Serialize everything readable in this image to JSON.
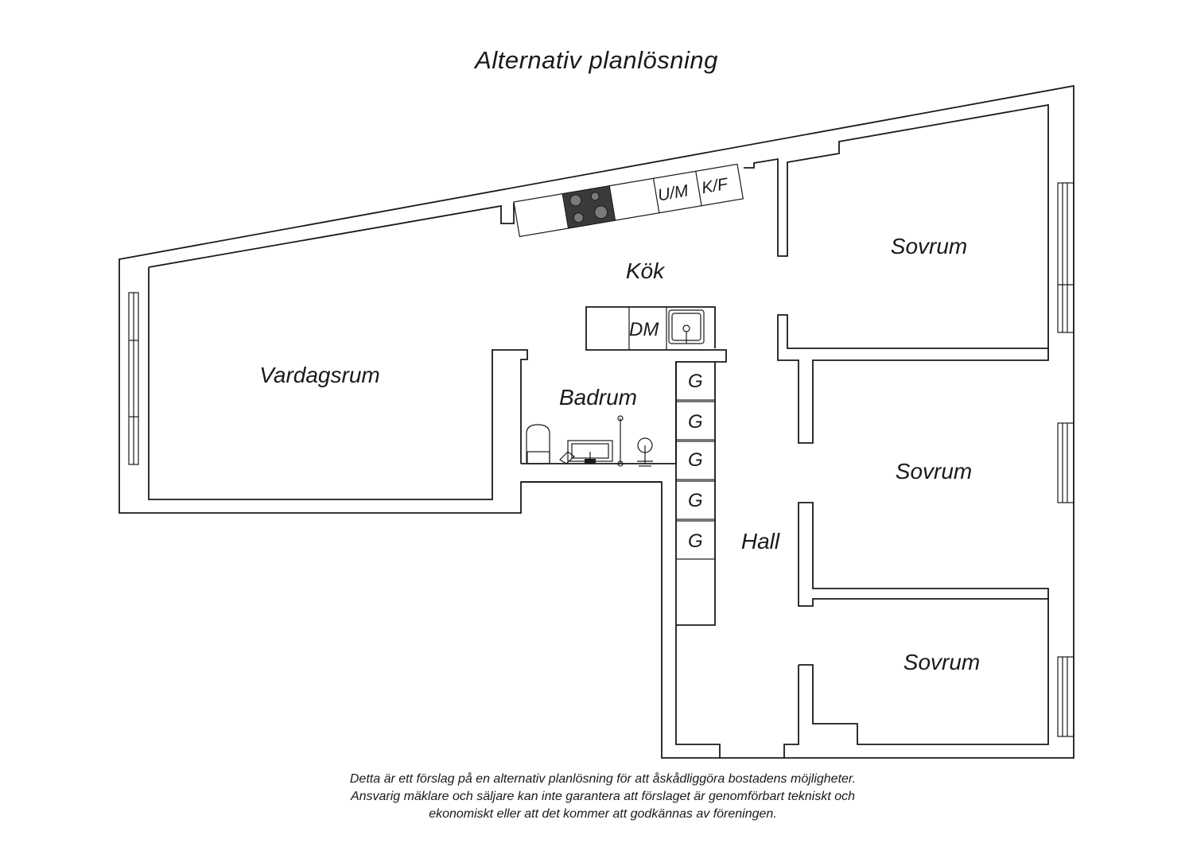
{
  "title": "Alternativ planlösning",
  "rooms": {
    "vardagsrum": "Vardagsrum",
    "kok": "Kök",
    "badrum": "Badrum",
    "hall": "Hall",
    "sovrum_1": "Sovrum",
    "sovrum_2": "Sovrum",
    "sovrum_3": "Sovrum"
  },
  "appliances": {
    "um": "U/M",
    "kf": "K/F",
    "dm": "DM",
    "wardrobes": [
      "G",
      "G",
      "G",
      "G",
      "G"
    ]
  },
  "disclaimer": [
    "Detta är ett förslag på en alternativ planlösning för att åskådliggöra bostadens möjligheter.",
    "Ansvarig mäklare och säljare kan inte garantera att förslaget är genomförbart tekniskt och",
    "ekonomiskt eller att det kommer att godkännas av föreningen."
  ],
  "colors": {
    "line": "#1a1a1a",
    "stove": "#3a3a3a",
    "burner": "#7a7a7a",
    "background": "#ffffff"
  }
}
